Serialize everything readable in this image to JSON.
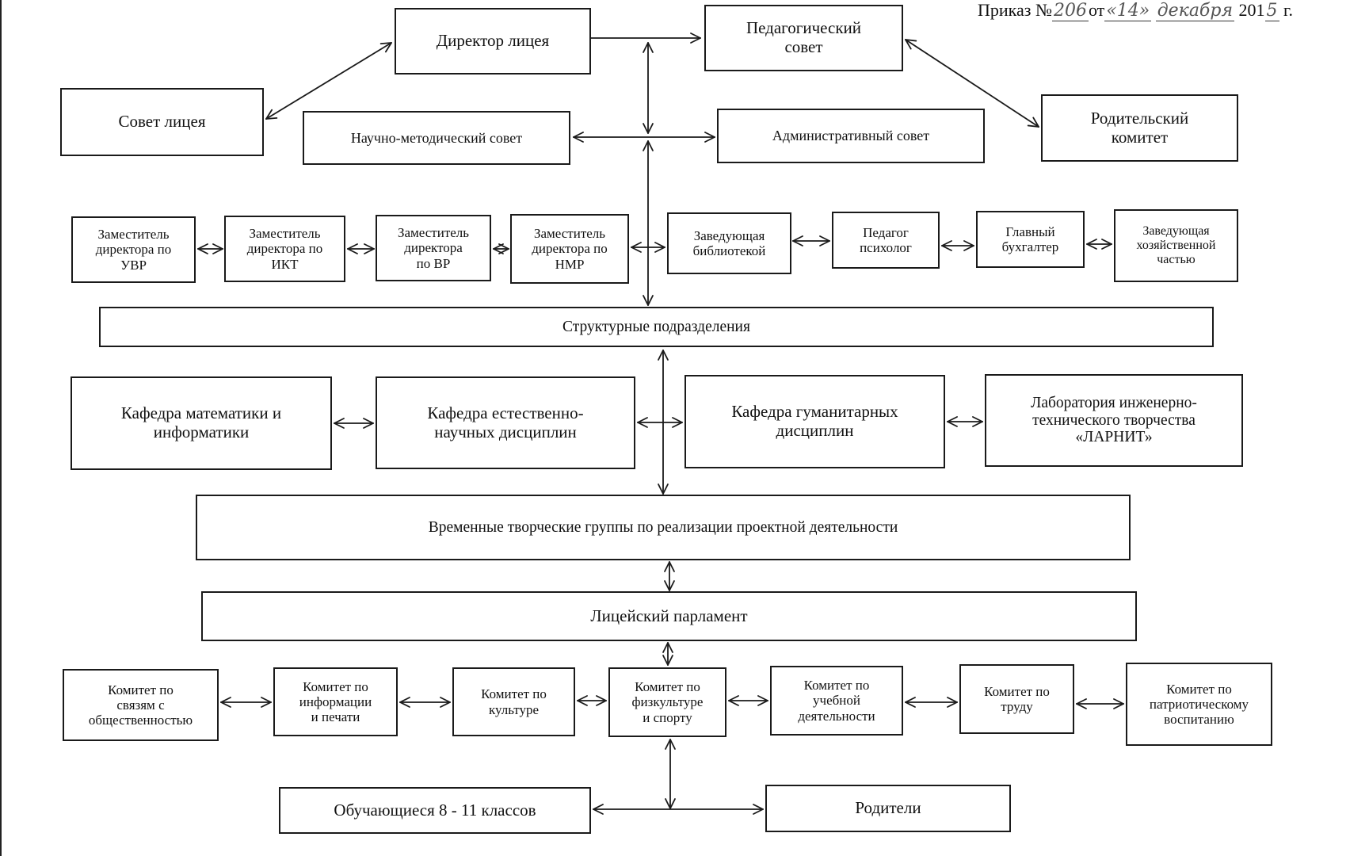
{
  "order": {
    "label": "Приказ №",
    "number": "206",
    "from": "от",
    "day": "«14»",
    "month": "декабря",
    "year_prefix": "201",
    "year_suffix": "5",
    "suffix": "г."
  },
  "nodes": {
    "director": "Директор лицея",
    "ped_council": "Педагогический\nсовет",
    "lyceum_council": "Совет лицея",
    "parent_committee": "Родительский\nкомитет",
    "sci_method_council": "Научно-методический совет",
    "admin_council": "Административный совет",
    "dep_uvr": "Заместитель\nдиректора по\nУВР",
    "dep_ikt": "Заместитель\nдиректора по\nИКТ",
    "dep_vr": "Заместитель\nдиректора\nпо ВР",
    "dep_nmr": "Заместитель\nдиректора по\nНМР",
    "librarian": "Заведующая\nбиблиотекой",
    "psychologist": "Педагог\nпсихолог",
    "accountant": "Главный\nбухгалтер",
    "household": "Заведующая\nхозяйственной\nчастью",
    "structural_units": "Структурные подразделения",
    "dept_math": "Кафедра математики и\nинформатики",
    "dept_science": "Кафедра естественно-\nнаучных дисциплин",
    "dept_humanities": "Кафедра гуманитарных\nдисциплин",
    "lab_larnit": "Лаборатория инженерно-\nтехнического творчества\n«ЛАРНИТ»",
    "temp_groups": "Временные творческие группы по реализации проектной деятельности",
    "parliament": "Лицейский парламент",
    "com_public": "Комитет по\nсвязям с\nобщественностью",
    "com_info": "Комитет по\nинформации\nи печати",
    "com_culture": "Комитет по\nкультуре",
    "com_sport": "Комитет по\nфизкультуре\nи спорту",
    "com_study": "Комитет по\nучебной\nдеятельности",
    "com_labor": "Комитет по\nтруду",
    "com_patriotic": "Комитет по\nпатриотическому\nвоспитанию",
    "students": "Обучающиеся 8 - 11 классов",
    "parents": "Родители"
  }
}
